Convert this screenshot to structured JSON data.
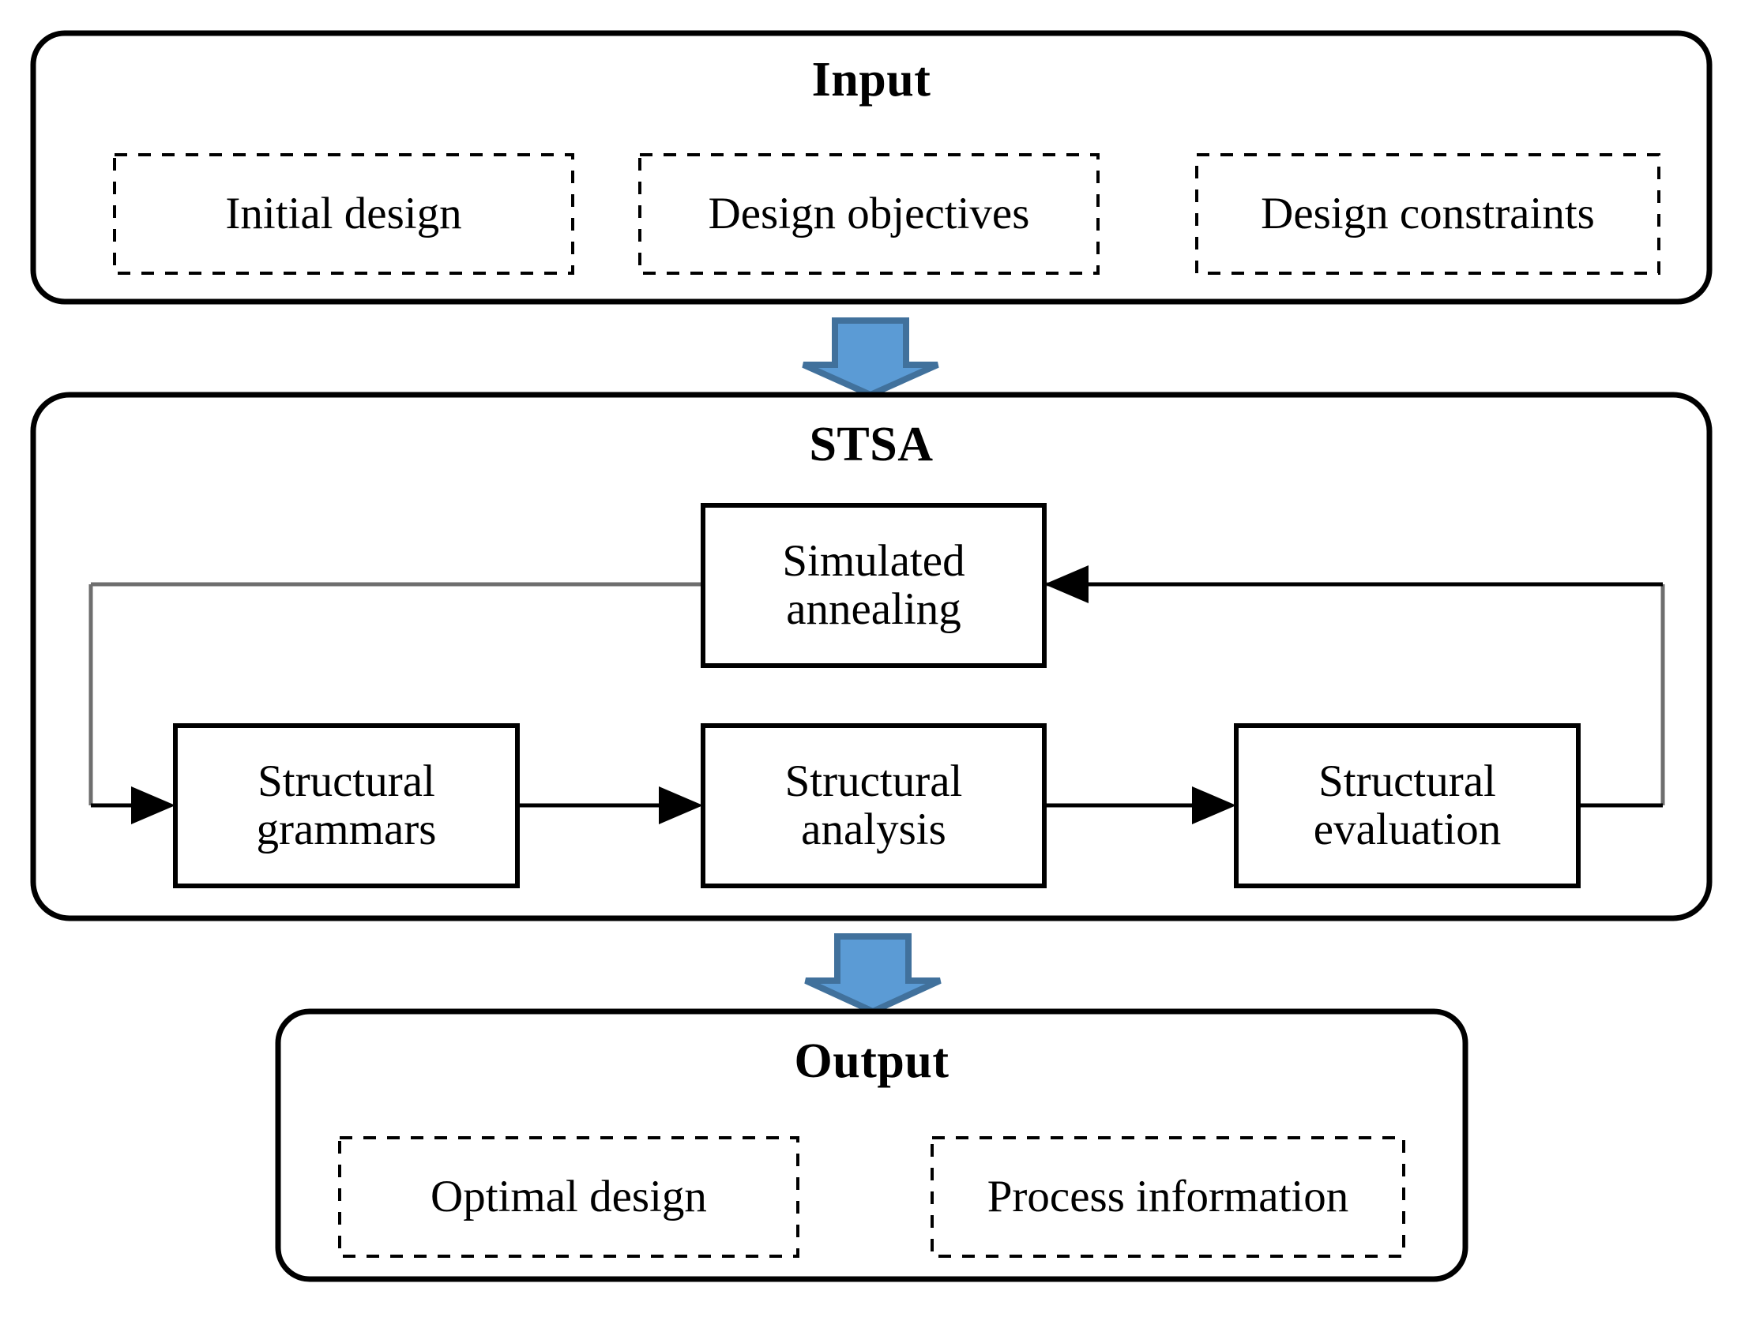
{
  "diagram": {
    "title": "STSA framework flowchart",
    "colors": {
      "stroke": "#000000",
      "arrow_fill": "#5B9BD5",
      "arrow_stroke": "#41719C",
      "background": "#FFFFFF",
      "loop_line": "#6E6E6E"
    },
    "sections": [
      {
        "id": "input",
        "title": "Input",
        "items": [
          {
            "id": "initial-design",
            "label": "Initial design"
          },
          {
            "id": "design-objectives",
            "label": "Design objectives"
          },
          {
            "id": "design-constraints",
            "label": "Design constraints"
          }
        ]
      },
      {
        "id": "stsa",
        "title": "STSA",
        "nodes": [
          {
            "id": "simulated-annealing",
            "label": "Simulated\nannealing"
          },
          {
            "id": "structural-grammars",
            "label": "Structural\ngrammars"
          },
          {
            "id": "structural-analysis",
            "label": "Structural\nanalysis"
          },
          {
            "id": "structural-evaluation",
            "label": "Structural\nevaluation"
          }
        ],
        "flow": [
          {
            "from": "loop-left",
            "to": "structural-grammars"
          },
          {
            "from": "structural-grammars",
            "to": "structural-analysis"
          },
          {
            "from": "structural-analysis",
            "to": "structural-evaluation"
          },
          {
            "from": "structural-evaluation",
            "to": "simulated-annealing"
          }
        ]
      },
      {
        "id": "output",
        "title": "Output",
        "items": [
          {
            "id": "optimal-design",
            "label": "Optimal design"
          },
          {
            "id": "process-information",
            "label": "Process information"
          }
        ]
      }
    ],
    "connectors": [
      {
        "id": "input-to-stsa",
        "icon": "down-arrow-icon"
      },
      {
        "id": "stsa-to-output",
        "icon": "down-arrow-icon"
      }
    ]
  }
}
